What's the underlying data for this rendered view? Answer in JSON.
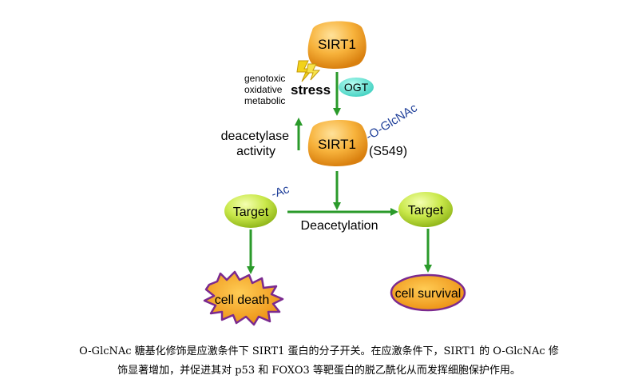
{
  "diagram": {
    "top_node": "SIRT1",
    "mid_node": "SIRT1",
    "stress_types": [
      "genotoxic",
      "oxidative",
      "metabolic"
    ],
    "stress_label": "stress",
    "ogt_label": "OGT",
    "olcnac_label": "-O-GlcNAc",
    "site_label": "(S549)",
    "deacetylase_line1": "deacetylase",
    "deacetylase_line2": "activity",
    "target_left": "Target",
    "ac_label": "-Ac",
    "target_right": "Target",
    "deacetylation_label": "Deacetylation",
    "cell_death": "cell death",
    "cell_survival": "cell survival"
  },
  "caption": {
    "line1": "O-GlcNAc 糖基化修饰是应激条件下 SIRT1 蛋白的分子开关。在应激条件下，SIRT1 的 O-GlcNAc 修",
    "line2": "饰显著增加，并促进其对 p53 和 FOXO3 等靶蛋白的脱乙酰化从而发挥细胞保护作用。"
  },
  "colors": {
    "sirt1_fill": "#f5a623",
    "target_fill": "#b8d832",
    "ogt_fill": "#5ee0d0",
    "arrow": "#2a9a2a",
    "death_fill": "#f39c12",
    "death_stroke": "#7b2a8f",
    "olcnac_text": "#1f3f99",
    "lightning": "#f2d21b"
  }
}
